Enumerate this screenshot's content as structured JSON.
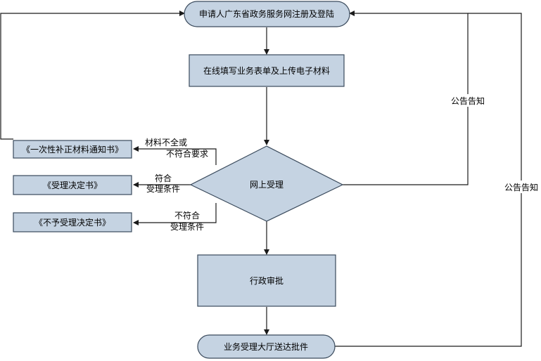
{
  "nodes": {
    "register": "申请人广东省政务服务网注册及登陆",
    "fill_form": "在线填写业务表单及上传电子材料",
    "online_accept": "网上受理",
    "notice_supplement": "《一次性补正材料通知书》",
    "accept_decision": "《受理决定书》",
    "reject_decision": "《不予受理决定书》",
    "admin_approval": "行政审批",
    "hall_delivery": "业务受理大厅送达批件"
  },
  "edge_labels": {
    "incomplete_line1": "材料不全或",
    "incomplete_line2": "不符合要求",
    "meets_line1": "符合",
    "meets_line2": "受理条件",
    "not_meets_line1": "不符合",
    "not_meets_line2": "受理条件",
    "announce_right": "公告告知",
    "announce_far_right": "公告告知"
  },
  "colors": {
    "box_fill": "#c5d3e2",
    "box_stroke": "#3a4a5c",
    "line": "#1a1a1a"
  }
}
